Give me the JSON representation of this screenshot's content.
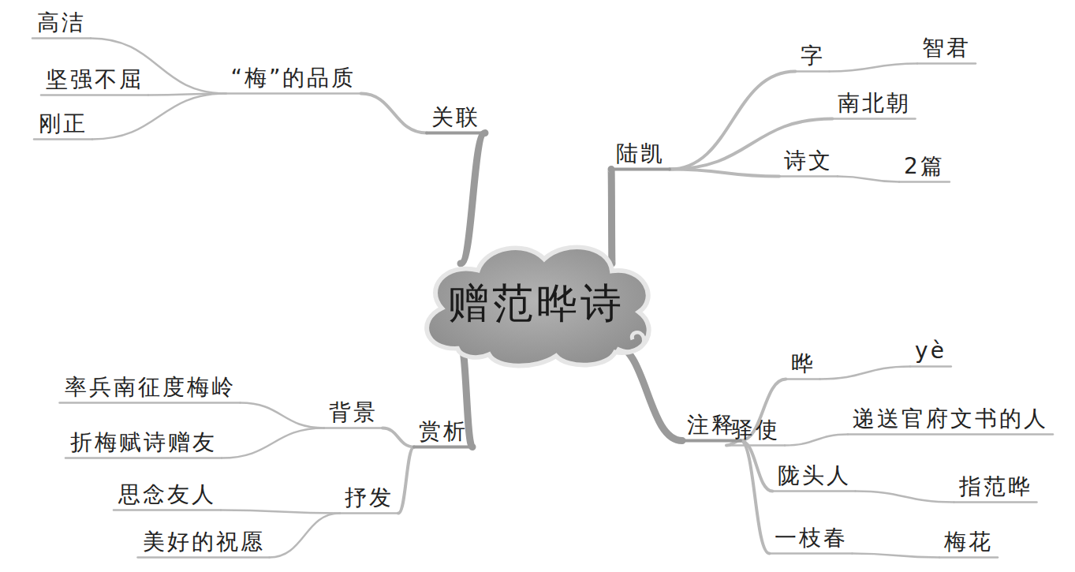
{
  "diagram": {
    "nodes": [
      {
        "text": [
          "赠范晔诗"
        ]
      },
      {
        "text": [
          "关联"
        ]
      },
      {
        "text": [
          "“梅”的品质"
        ]
      },
      {
        "text": [
          "高洁"
        ]
      },
      {
        "text": [
          "坚强不屈"
        ]
      },
      {
        "text": [
          "刚正"
        ]
      },
      {
        "text": [
          "陆凯"
        ]
      },
      {
        "text": [
          "字"
        ]
      },
      {
        "text": [
          "智君"
        ]
      },
      {
        "text": [
          "南北朝"
        ]
      },
      {
        "text": [
          "诗文"
        ]
      },
      {
        "text": [
          "2篇"
        ]
      },
      {
        "text": [
          "赏析"
        ]
      },
      {
        "text": [
          "背景"
        ]
      },
      {
        "text": [
          "率兵南征度梅岭"
        ]
      },
      {
        "text": [
          "折梅赋诗赠友"
        ]
      },
      {
        "text": [
          "抒发"
        ]
      },
      {
        "text": [
          "思念友人"
        ]
      },
      {
        "text": [
          "美好的祝愿"
        ]
      },
      {
        "text": [
          "注释"
        ]
      },
      {
        "text": [
          "晔"
        ]
      },
      {
        "text": [
          "yè"
        ]
      },
      {
        "text": [
          "驿使"
        ]
      },
      {
        "text": [
          "递送官府文书的人"
        ]
      },
      {
        "text": [
          "陇头人"
        ]
      },
      {
        "text": [
          "指范晔"
        ]
      },
      {
        "text": [
          "一枝春"
        ]
      },
      {
        "text": [
          "梅花"
        ]
      }
    ],
    "edges": [
      {
        "from": 0,
        "to": 1,
        "arrow": "none"
      },
      {
        "from": 1,
        "to": 2,
        "arrow": "none"
      },
      {
        "from": 2,
        "to": 3,
        "arrow": "none"
      },
      {
        "from": 2,
        "to": 4,
        "arrow": "none"
      },
      {
        "from": 2,
        "to": 5,
        "arrow": "none"
      },
      {
        "from": 0,
        "to": 6,
        "arrow": "none"
      },
      {
        "from": 6,
        "to": 7,
        "arrow": "none"
      },
      {
        "from": 7,
        "to": 8,
        "arrow": "none"
      },
      {
        "from": 6,
        "to": 9,
        "arrow": "none"
      },
      {
        "from": 6,
        "to": 10,
        "arrow": "none"
      },
      {
        "from": 10,
        "to": 11,
        "arrow": "none"
      },
      {
        "from": 0,
        "to": 12,
        "arrow": "none"
      },
      {
        "from": 12,
        "to": 13,
        "arrow": "none"
      },
      {
        "from": 13,
        "to": 14,
        "arrow": "none"
      },
      {
        "from": 13,
        "to": 15,
        "arrow": "none"
      },
      {
        "from": 12,
        "to": 16,
        "arrow": "none"
      },
      {
        "from": 16,
        "to": 17,
        "arrow": "none"
      },
      {
        "from": 16,
        "to": 18,
        "arrow": "none"
      },
      {
        "from": 0,
        "to": 19,
        "arrow": "none"
      },
      {
        "from": 19,
        "to": 20,
        "arrow": "none"
      },
      {
        "from": 20,
        "to": 21,
        "arrow": "none"
      },
      {
        "from": 19,
        "to": 22,
        "arrow": "none"
      },
      {
        "from": 22,
        "to": 23,
        "arrow": "none"
      },
      {
        "from": 19,
        "to": 24,
        "arrow": "none"
      },
      {
        "from": 24,
        "to": 25,
        "arrow": "none"
      },
      {
        "from": 19,
        "to": 26,
        "arrow": "none"
      },
      {
        "from": 26,
        "to": 27,
        "arrow": "none"
      }
    ]
  }
}
